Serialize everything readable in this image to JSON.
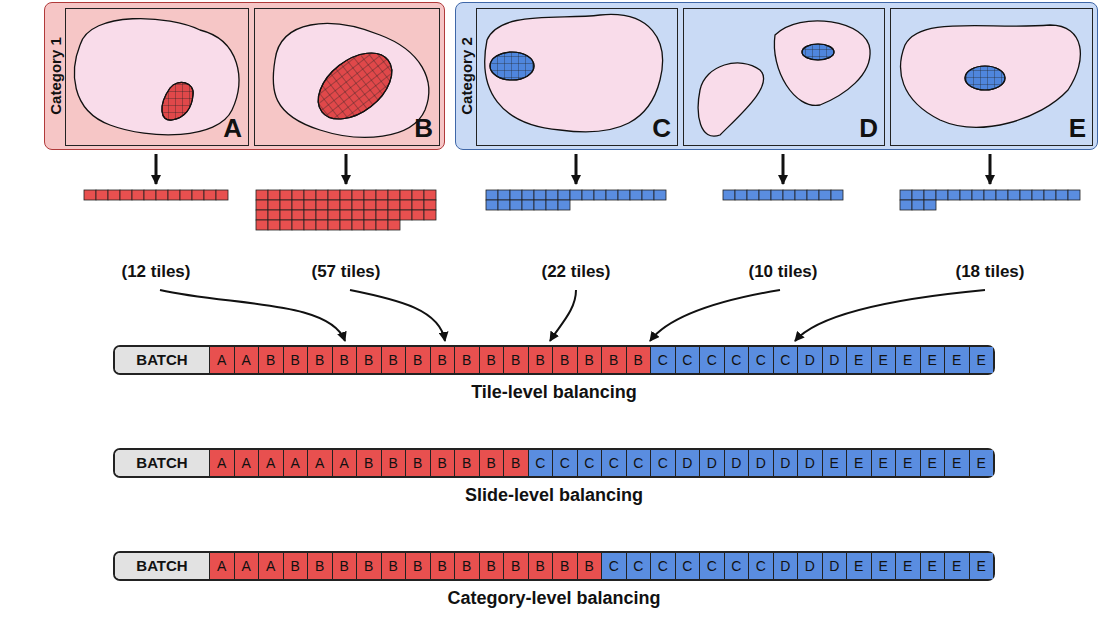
{
  "diagram": {
    "nodes": [
      {
        "text": [
          "Category 1"
        ]
      },
      {
        "text": [
          "A"
        ],
        "in": 0
      },
      {
        "text": [
          "B"
        ],
        "in": 0
      },
      {
        "text": [
          "Category 2"
        ]
      },
      {
        "text": [
          "C"
        ],
        "in": 3
      },
      {
        "text": [
          "D"
        ],
        "in": 3
      },
      {
        "text": [
          "E"
        ],
        "in": 3
      },
      {
        "text": [
          "BATCH",
          "Tile-level balancing"
        ]
      },
      {
        "text": [
          "A"
        ],
        "in": 7
      },
      {
        "text": [
          "A"
        ],
        "in": 7
      },
      {
        "text": [
          "B"
        ],
        "in": 7
      },
      {
        "text": [
          "B"
        ],
        "in": 7
      },
      {
        "text": [
          "B"
        ],
        "in": 7
      },
      {
        "text": [
          "B"
        ],
        "in": 7
      },
      {
        "text": [
          "B"
        ],
        "in": 7
      },
      {
        "text": [
          "B"
        ],
        "in": 7
      },
      {
        "text": [
          "B"
        ],
        "in": 7
      },
      {
        "text": [
          "B"
        ],
        "in": 7
      },
      {
        "text": [
          "B"
        ],
        "in": 7
      },
      {
        "text": [
          "B"
        ],
        "in": 7
      },
      {
        "text": [
          "B"
        ],
        "in": 7
      },
      {
        "text": [
          "B"
        ],
        "in": 7
      },
      {
        "text": [
          "B"
        ],
        "in": 7
      },
      {
        "text": [
          "B"
        ],
        "in": 7
      },
      {
        "text": [
          "B"
        ],
        "in": 7
      },
      {
        "text": [
          "B"
        ],
        "in": 7
      },
      {
        "text": [
          "C"
        ],
        "in": 7
      },
      {
        "text": [
          "C"
        ],
        "in": 7
      },
      {
        "text": [
          "C"
        ],
        "in": 7
      },
      {
        "text": [
          "C"
        ],
        "in": 7
      },
      {
        "text": [
          "C"
        ],
        "in": 7
      },
      {
        "text": [
          "C"
        ],
        "in": 7
      },
      {
        "text": [
          "D"
        ],
        "in": 7
      },
      {
        "text": [
          "D"
        ],
        "in": 7
      },
      {
        "text": [
          "E"
        ],
        "in": 7
      },
      {
        "text": [
          "E"
        ],
        "in": 7
      },
      {
        "text": [
          "E"
        ],
        "in": 7
      },
      {
        "text": [
          "E"
        ],
        "in": 7
      },
      {
        "text": [
          "E"
        ],
        "in": 7
      },
      {
        "text": [
          "E"
        ],
        "in": 7
      },
      {
        "text": [
          "BATCH",
          "Slide-level balancing"
        ]
      },
      {
        "text": [
          "A"
        ],
        "in": 40
      },
      {
        "text": [
          "A"
        ],
        "in": 40
      },
      {
        "text": [
          "A"
        ],
        "in": 40
      },
      {
        "text": [
          "A"
        ],
        "in": 40
      },
      {
        "text": [
          "A"
        ],
        "in": 40
      },
      {
        "text": [
          "A"
        ],
        "in": 40
      },
      {
        "text": [
          "B"
        ],
        "in": 40
      },
      {
        "text": [
          "B"
        ],
        "in": 40
      },
      {
        "text": [
          "B"
        ],
        "in": 40
      },
      {
        "text": [
          "B"
        ],
        "in": 40
      },
      {
        "text": [
          "B"
        ],
        "in": 40
      },
      {
        "text": [
          "B"
        ],
        "in": 40
      },
      {
        "text": [
          "B"
        ],
        "in": 40
      },
      {
        "text": [
          "C"
        ],
        "in": 40
      },
      {
        "text": [
          "C"
        ],
        "in": 40
      },
      {
        "text": [
          "C"
        ],
        "in": 40
      },
      {
        "text": [
          "C"
        ],
        "in": 40
      },
      {
        "text": [
          "C"
        ],
        "in": 40
      },
      {
        "text": [
          "C"
        ],
        "in": 40
      },
      {
        "text": [
          "D"
        ],
        "in": 40
      },
      {
        "text": [
          "D"
        ],
        "in": 40
      },
      {
        "text": [
          "D"
        ],
        "in": 40
      },
      {
        "text": [
          "D"
        ],
        "in": 40
      },
      {
        "text": [
          "D"
        ],
        "in": 40
      },
      {
        "text": [
          "D"
        ],
        "in": 40
      },
      {
        "text": [
          "E"
        ],
        "in": 40
      },
      {
        "text": [
          "E"
        ],
        "in": 40
      },
      {
        "text": [
          "E"
        ],
        "in": 40
      },
      {
        "text": [
          "E"
        ],
        "in": 40
      },
      {
        "text": [
          "E"
        ],
        "in": 40
      },
      {
        "text": [
          "E"
        ],
        "in": 40
      },
      {
        "text": [
          "E"
        ],
        "in": 40
      },
      {
        "text": [
          "BATCH",
          "Category-level balancing"
        ]
      },
      {
        "text": [
          "A"
        ],
        "in": 73
      },
      {
        "text": [
          "A"
        ],
        "in": 73
      },
      {
        "text": [
          "A"
        ],
        "in": 73
      },
      {
        "text": [
          "B"
        ],
        "in": 73
      },
      {
        "text": [
          "B"
        ],
        "in": 73
      },
      {
        "text": [
          "B"
        ],
        "in": 73
      },
      {
        "text": [
          "B"
        ],
        "in": 73
      },
      {
        "text": [
          "B"
        ],
        "in": 73
      },
      {
        "text": [
          "B"
        ],
        "in": 73
      },
      {
        "text": [
          "B"
        ],
        "in": 73
      },
      {
        "text": [
          "B"
        ],
        "in": 73
      },
      {
        "text": [
          "B"
        ],
        "in": 73
      },
      {
        "text": [
          "B"
        ],
        "in": 73
      },
      {
        "text": [
          "B"
        ],
        "in": 73
      },
      {
        "text": [
          "B"
        ],
        "in": 73
      },
      {
        "text": [
          "B"
        ],
        "in": 73
      },
      {
        "text": [
          "C"
        ],
        "in": 73
      },
      {
        "text": [
          "C"
        ],
        "in": 73
      },
      {
        "text": [
          "C"
        ],
        "in": 73
      },
      {
        "text": [
          "C"
        ],
        "in": 73
      },
      {
        "text": [
          "C"
        ],
        "in": 73
      },
      {
        "text": [
          "C"
        ],
        "in": 73
      },
      {
        "text": [
          "C"
        ],
        "in": 73
      },
      {
        "text": [
          "D"
        ],
        "in": 73
      },
      {
        "text": [
          "D"
        ],
        "in": 73
      },
      {
        "text": [
          "D"
        ],
        "in": 73
      },
      {
        "text": [
          "E"
        ],
        "in": 73
      },
      {
        "text": [
          "E"
        ],
        "in": 73
      },
      {
        "text": [
          "E"
        ],
        "in": 73
      },
      {
        "text": [
          "E"
        ],
        "in": 73
      },
      {
        "text": [
          "E"
        ],
        "in": 73
      },
      {
        "text": [
          "E"
        ],
        "in": 73
      }
    ],
    "labels": [
      "(12 tiles)",
      "(57 tiles)",
      "(22 tiles)",
      "(10 tiles)",
      "(18 tiles)"
    ]
  }
}
